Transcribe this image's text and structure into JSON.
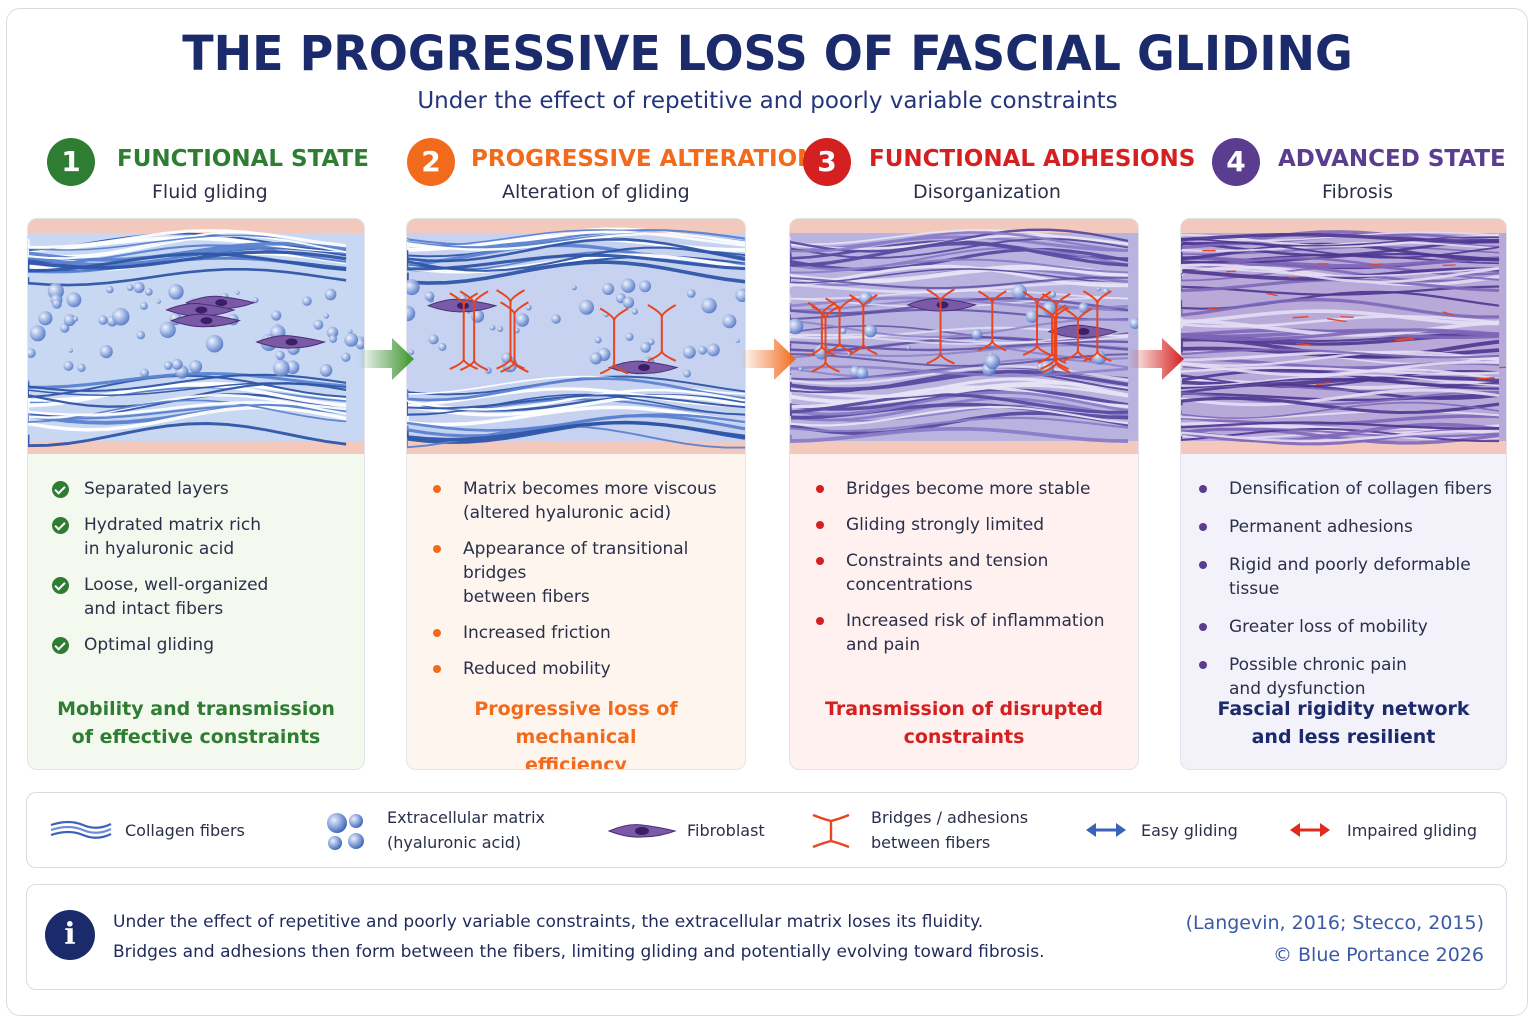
{
  "header": {
    "title": "THE PROGRESSIVE LOSS OF FASCIAL GLIDING",
    "subtitle": "Under the effect of repetitive and poorly variable constraints"
  },
  "colors": {
    "stage1": "#2e7d32",
    "stage2": "#f26a1b",
    "stage3": "#d42020",
    "stage4": "#5a3d8f",
    "navy": "#1b2a6b",
    "collagen": "#3a63b8",
    "adhesion": "#e8441e"
  },
  "stages": [
    {
      "number": "1",
      "title": "FUNCTIONAL STATE",
      "subtitle": "Fluid gliding",
      "bullets": [
        "Separated layers",
        "Hydrated matrix rich\nin hyaluronic acid",
        "Loose, well-organized\nand intact fibers",
        "Optimal gliding"
      ],
      "conclusion": "Mobility and transmission\nof effective constraints"
    },
    {
      "number": "2",
      "title": "PROGRESSIVE ALTERATION",
      "subtitle": "Alteration of gliding",
      "bullets": [
        "Matrix becomes more viscous\n(altered hyaluronic acid)",
        "Appearance of transitional bridges\nbetween fibers",
        "Increased friction",
        "Reduced mobility"
      ],
      "conclusion": "Progressive loss of mechanical\nefficiency"
    },
    {
      "number": "3",
      "title": "FUNCTIONAL ADHESIONS",
      "subtitle": "Disorganization",
      "bullets": [
        "Bridges become more stable",
        "Gliding strongly limited",
        "Constraints and tension\nconcentrations",
        "Increased risk of inflammation\nand pain"
      ],
      "conclusion": "Transmission of disrupted\nconstraints"
    },
    {
      "number": "4",
      "title": "ADVANCED STATE",
      "subtitle": "Fibrosis",
      "bullets": [
        "Densification of collagen fibers",
        "Permanent adhesions",
        "Rigid and poorly deformable tissue",
        "Greater loss of mobility",
        "Possible chronic pain\nand dysfunction"
      ],
      "conclusion": "Fascial rigidity network\nand less resilient"
    }
  ],
  "legend": [
    {
      "icon": "collagen-fibers-icon",
      "label": "Collagen fibers"
    },
    {
      "icon": "extracellular-matrix-icon",
      "label": "Extracellular matrix\n(hyaluronic acid)"
    },
    {
      "icon": "fibroblast-icon",
      "label": "Fibroblast"
    },
    {
      "icon": "bridge-adhesion-icon",
      "label": "Bridges / adhesions\nbetween fibers"
    },
    {
      "icon": "easy-gliding-icon",
      "label": "Easy gliding"
    },
    {
      "icon": "impaired-gliding-icon",
      "label": "Impaired gliding"
    }
  ],
  "info": {
    "text": "Under the effect of repetitive and poorly variable constraints, the extracellular matrix loses its fluidity.\nBridges and adhesions then form between the fibers, limiting gliding and potentially evolving toward fibrosis.",
    "reference": "(Langevin, 2016; Stecco, 2015)",
    "copyright": "© Blue Portance 2026"
  }
}
